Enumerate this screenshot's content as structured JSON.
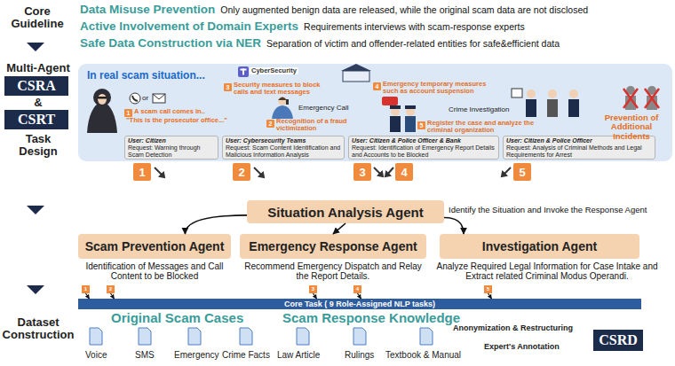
{
  "diagram": {
    "nodes": [
      {
        "text": [
          "In real scam situation..."
        ]
      },
      {
        "text": [
          "1"
        ],
        "in": 0
      },
      {
        "text": [
          "2"
        ],
        "in": 0
      },
      {
        "text": [
          "3"
        ],
        "in": 0
      },
      {
        "text": [
          "4"
        ],
        "in": 0
      },
      {
        "text": [
          "5"
        ],
        "in": 0
      },
      {
        "text": [
          "User: Citizen",
          "Request: Warning through Scam Detection"
        ],
        "in": 0
      },
      {
        "text": [
          "User: Cybersecurity Teams",
          "Request: Scam Content Identification and Malicious Information Analysis"
        ],
        "in": 0
      },
      {
        "text": [
          "User: Citizen & Police Officer & Bank",
          "Request: Identification of Emergency Report Details and Accounts to be Blocked"
        ],
        "in": 0
      },
      {
        "text": [
          "User: Citizen & Police Officer",
          "Request: Analysis of Criminal Methods and Legal Requirements for Arrest"
        ],
        "in": 0
      },
      {
        "text": [
          "1"
        ]
      },
      {
        "text": [
          "2"
        ]
      },
      {
        "text": [
          "3"
        ]
      },
      {
        "text": [
          "4"
        ]
      },
      {
        "text": [
          "5"
        ]
      },
      {
        "text": [
          "Situation Analysis Agent"
        ]
      },
      {
        "text": [
          "Scam Prevention Agent"
        ]
      },
      {
        "text": [
          "Emergency Response Agent"
        ]
      },
      {
        "text": [
          "Investigation Agent"
        ]
      },
      {
        "text": [
          "1"
        ]
      },
      {
        "text": [
          "2"
        ]
      },
      {
        "text": [
          "3"
        ]
      },
      {
        "text": [
          "4"
        ]
      },
      {
        "text": [
          "5"
        ]
      },
      {
        "text": [
          "Core Task ( 9 Role-Assigned NLP tasks)"
        ]
      },
      {
        "text": [
          "CSRA"
        ]
      },
      {
        "text": [
          "CSRT"
        ]
      },
      {
        "text": [
          "CSRD"
        ]
      }
    ],
    "edges": [
      {
        "from": 15,
        "to": 16,
        "arrow": "to"
      },
      {
        "from": 15,
        "to": 17,
        "arrow": "to"
      },
      {
        "from": 15,
        "to": 18,
        "arrow": "to"
      },
      {
        "from": 19,
        "to": 24,
        "arrow": "to"
      },
      {
        "from": 20,
        "to": 24,
        "arrow": "to"
      },
      {
        "from": 21,
        "to": 24,
        "arrow": "to"
      },
      {
        "from": 22,
        "to": 24,
        "arrow": "to"
      },
      {
        "from": 23,
        "to": 24,
        "arrow": "to"
      }
    ],
    "labels": [
      "Core Guideline",
      "Data Misuse Prevention",
      "Only augmented benign data are released, while the original scam data are not disclosed",
      "Active Involvement of Domain Experts",
      "Requirements interviews with scam-response experts",
      "Safe Data Construction via NER",
      "Separation of victim and offender-related entities for safe&efficient data",
      "Multi-Agent",
      "&",
      "Task Design",
      "CyberSecurity",
      "BANK",
      "Security measures to block calls and text messages",
      "Emergency temporary measures such as account suspension",
      "A scam call comes in..",
      "\"This is the prosecutor office...\"",
      "Emergency Call",
      "Recognition of a fraud victimization",
      "112",
      "Crime Investigation",
      "Register the case and analyze the criminal organization",
      "Prevention of Additional Incidents",
      "Identify the Situation and Invoke the Response Agent",
      "Identification of Messages and Call Content to be Blocked",
      "Recommend Emergency Dispatch and Relay the Report Details.",
      "Analyze Required Legal Information for Case Intake and Extract related Criminal Modus Operandi.",
      "Dataset Construction",
      "Original Scam Cases",
      "Scam Response Knowledge",
      "Voice",
      "SMS",
      "Emergency",
      "Crime Facts",
      "Law Article",
      "Rulings",
      "Textbook & Manual",
      "Anonymization & Restructuring",
      "Expert's Annotation",
      "or"
    ]
  }
}
